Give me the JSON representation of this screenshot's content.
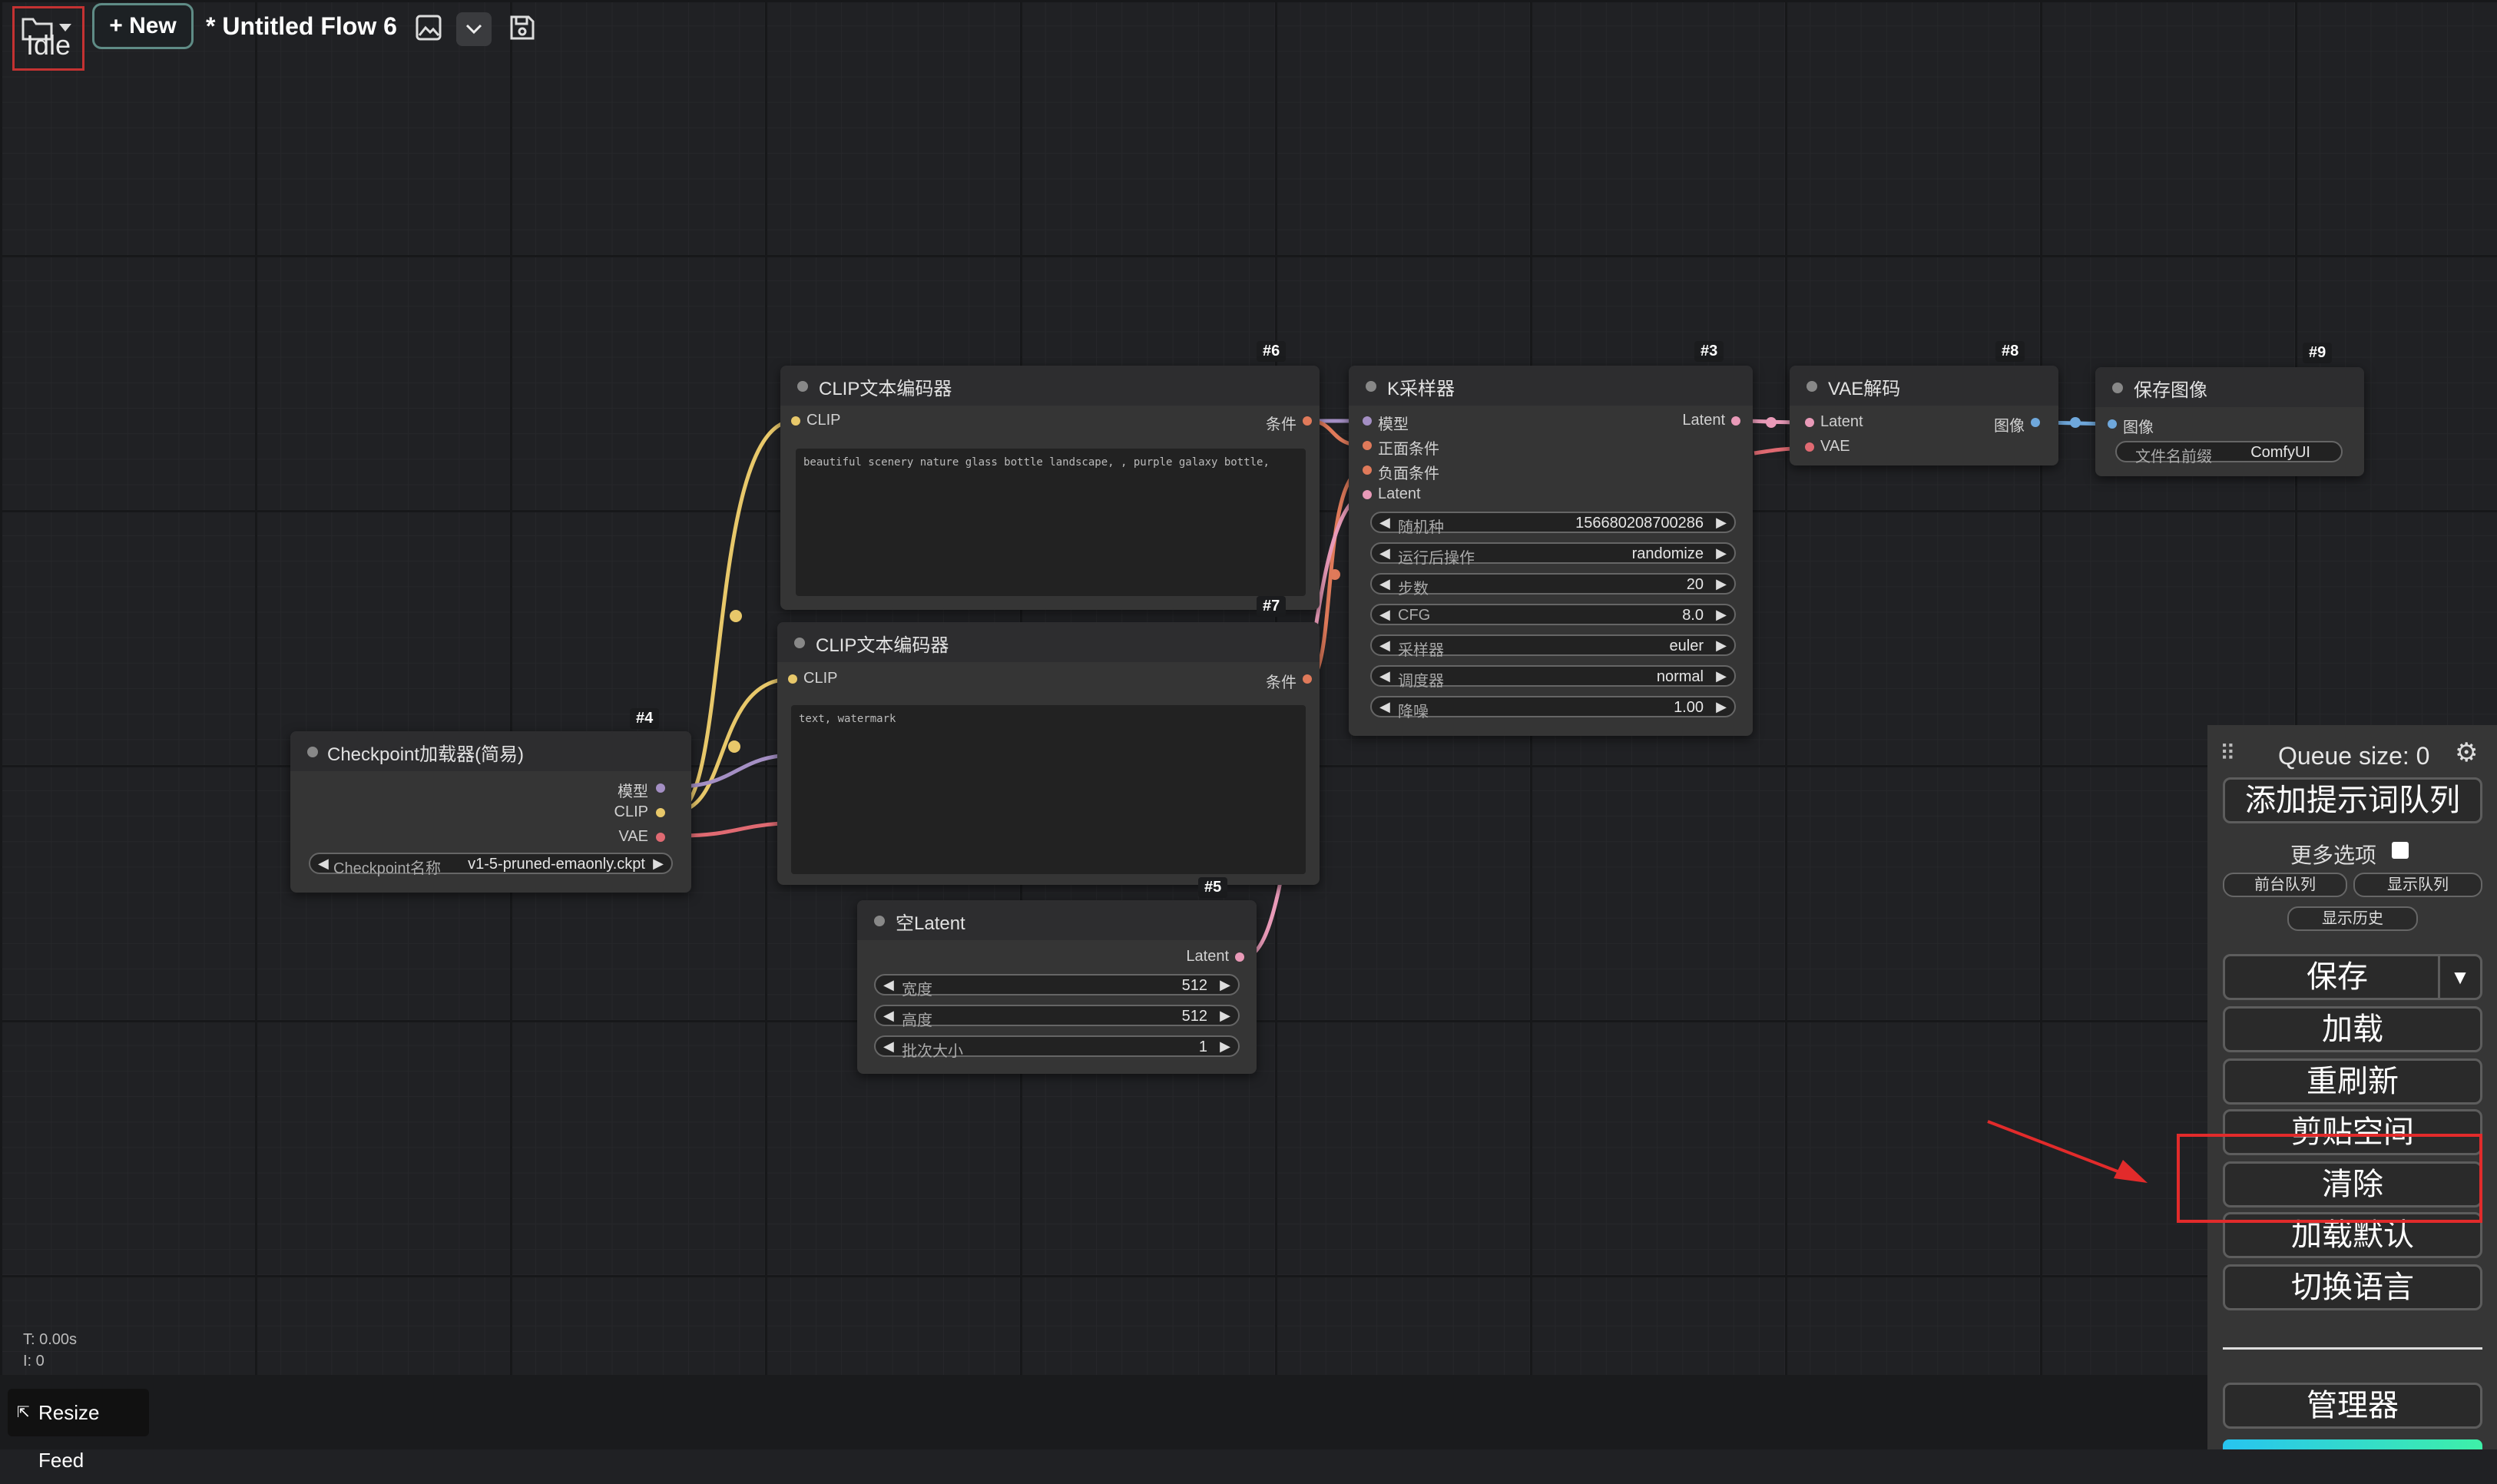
{
  "toolbar": {
    "status": "Idle",
    "new_label": "+ New",
    "flow_title": "* Untitled Flow 6"
  },
  "nodes": {
    "clip1": {
      "badge": "#6",
      "title": "CLIP文本编码器",
      "input": "CLIP",
      "output": "条件",
      "text": "beautiful scenery nature glass bottle landscape, , purple galaxy bottle,"
    },
    "clip2": {
      "badge": "#7",
      "title": "CLIP文本编码器",
      "input": "CLIP",
      "output": "条件",
      "text": "text, watermark"
    },
    "ksampler": {
      "badge": "#3",
      "title": "K采样器",
      "inputs": [
        "模型",
        "正面条件",
        "负面条件",
        "Latent"
      ],
      "output": "Latent",
      "widgets": [
        {
          "label": "随机种",
          "value": "156680208700286"
        },
        {
          "label": "运行后操作",
          "value": "randomize"
        },
        {
          "label": "步数",
          "value": "20"
        },
        {
          "label": "CFG",
          "value": "8.0"
        },
        {
          "label": "采样器",
          "value": "euler"
        },
        {
          "label": "调度器",
          "value": "normal"
        },
        {
          "label": "降噪",
          "value": "1.00"
        }
      ]
    },
    "vae": {
      "badge": "#8",
      "title": "VAE解码",
      "inputs": [
        "Latent",
        "VAE"
      ],
      "output": "图像"
    },
    "save": {
      "badge": "#9",
      "title": "保存图像",
      "input": "图像",
      "widget_label": "文件名前缀",
      "widget_value": "ComfyUI"
    },
    "checkpoint": {
      "badge": "#4",
      "title": "Checkpoint加载器(简易)",
      "outputs": [
        "模型",
        "CLIP",
        "VAE"
      ],
      "widget_label": "Checkpoint名称",
      "widget_value": "v1-5-pruned-emaonly.ckpt"
    },
    "latent": {
      "badge": "#5",
      "title": "空Latent",
      "output": "Latent",
      "widgets": [
        {
          "label": "宽度",
          "value": "512"
        },
        {
          "label": "高度",
          "value": "512"
        },
        {
          "label": "批次大小",
          "value": "1"
        }
      ]
    }
  },
  "panel": {
    "queue_size": "Queue size: 0",
    "queue_prompt": "添加提示词队列",
    "more_options": "更多选项",
    "front_queue": "前台队列",
    "view_queue": "显示队列",
    "view_history": "显示历史",
    "save": "保存",
    "load": "加载",
    "refresh": "重刷新",
    "clipspace": "剪贴空间",
    "clear": "清除",
    "load_default": "加载默认",
    "switch_lang": "切换语言",
    "manager": "管理器"
  },
  "stats": {
    "time": "T: 0.00s",
    "iter": "I: 0"
  },
  "resize_feed": "Resize Feed",
  "colors": {
    "clip_wire": "#e8c86a",
    "model_wire": "#a48fc4",
    "vae_wire": "#e06a72",
    "cond_wire": "#e07a5a",
    "latent_wire": "#e99ab8",
    "image_wire": "#6fa8dc",
    "annotation": "#e22b2b"
  }
}
